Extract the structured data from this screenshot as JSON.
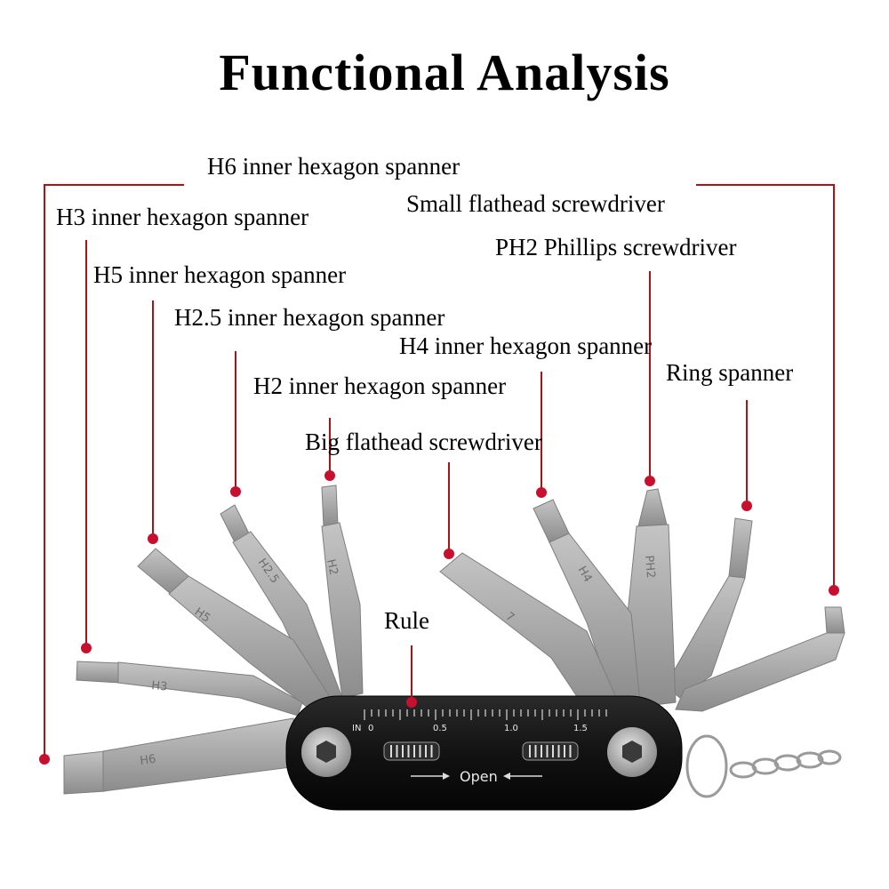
{
  "title": "Functional Analysis",
  "colors": {
    "leader": "#b01017",
    "dot": "#c8102e",
    "blade": "#a9a9a9",
    "body": "#151515"
  },
  "labels": {
    "h6": "H6 inner hexagon spanner",
    "h3": "H3 inner hexagon spanner",
    "small_flat": "Small flathead screwdriver",
    "ph2_phillips": "PH2 Phillips screwdriver",
    "h5": "H5 inner hexagon spanner",
    "h25": "H2.5 inner hexagon spanner",
    "h4": "H4 inner hexagon spanner",
    "ring": "Ring spanner",
    "h2": "H2 inner hexagon spanner",
    "big_flat": "Big flathead screwdriver",
    "rule": "Rule"
  },
  "tool_marks": {
    "h6": "H6",
    "h3": "H3",
    "h5": "H5",
    "h25": "H2.5",
    "h2": "H2",
    "big_flat": "7",
    "h4": "H4",
    "ph2": "PH2"
  },
  "rule_marks": [
    "IN",
    "0",
    "0.5",
    "1.0",
    "1.5"
  ],
  "open_label": "Open"
}
